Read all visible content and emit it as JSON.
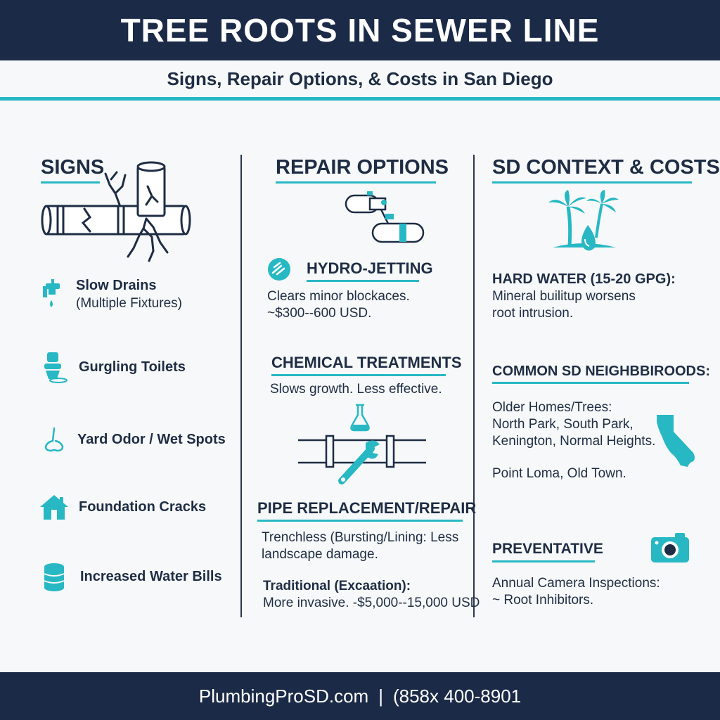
{
  "header": {
    "title": "TREE ROOTS IN SEWER LINE"
  },
  "subtitle": "Signs, Repair Options, & Costs in San Diego",
  "colors": {
    "navy": "#1b2a47",
    "teal": "#27b8c4",
    "text": "#1e2d44"
  },
  "signs": {
    "title": "SIGNS",
    "items": [
      {
        "label": "Slow Drains",
        "sub": "(Multiple Fixtures)",
        "icon": "faucet-icon"
      },
      {
        "label": "Gurgling Toilets",
        "sub": "",
        "icon": "toilet-icon"
      },
      {
        "label": "Yard Odor / Wet Spots",
        "sub": "",
        "icon": "nose-icon"
      },
      {
        "label": "Foundation Cracks",
        "sub": "",
        "icon": "house-icon"
      },
      {
        "label": "Increased Water Bills",
        "sub": "",
        "icon": "coin-stack-icon"
      }
    ]
  },
  "repair": {
    "title": "REPAIR OPTIONS",
    "hydro": {
      "title": "HYDRO-JETTING",
      "line1": "Clears minor blockaces.",
      "line2": "~$300--600 USD."
    },
    "chemical": {
      "title": "CHEMICAL TREATMENTS",
      "line1": "Slows growth. Less effective."
    },
    "pipe": {
      "title": "PIPE REPLACEMENT/REPAIR",
      "line1": "Trenchless (Bursting/Lining: Less",
      "line2": "landscape damage.",
      "trad_title": "Traditional (Excaation):",
      "trad_line": "More invasive. -$5,000--15,000 USD"
    }
  },
  "context": {
    "title": "SD CONTEXT & COSTS",
    "hardwater": {
      "title": "HARD WATER (15-20 GPG):",
      "line1": "Mineral builitup worsens",
      "line2": "root intrusion."
    },
    "neighborhoods": {
      "title": "COMMON SD NEIGHBBIROODS:",
      "line1": "Older Homes/Trees:",
      "line2": "North Park, South Park,",
      "line3": "Kenington, Normal Heights.",
      "line4": "Point Loma, Old Town."
    },
    "preventative": {
      "title": "PREVENTATIVE",
      "line1": "Annual Camera Inspections:",
      "line2": "~ Root Inhibitors."
    }
  },
  "footer": {
    "website": "PlumbingProSD.com",
    "separator": "|",
    "phone": "(858x 400-8901"
  }
}
